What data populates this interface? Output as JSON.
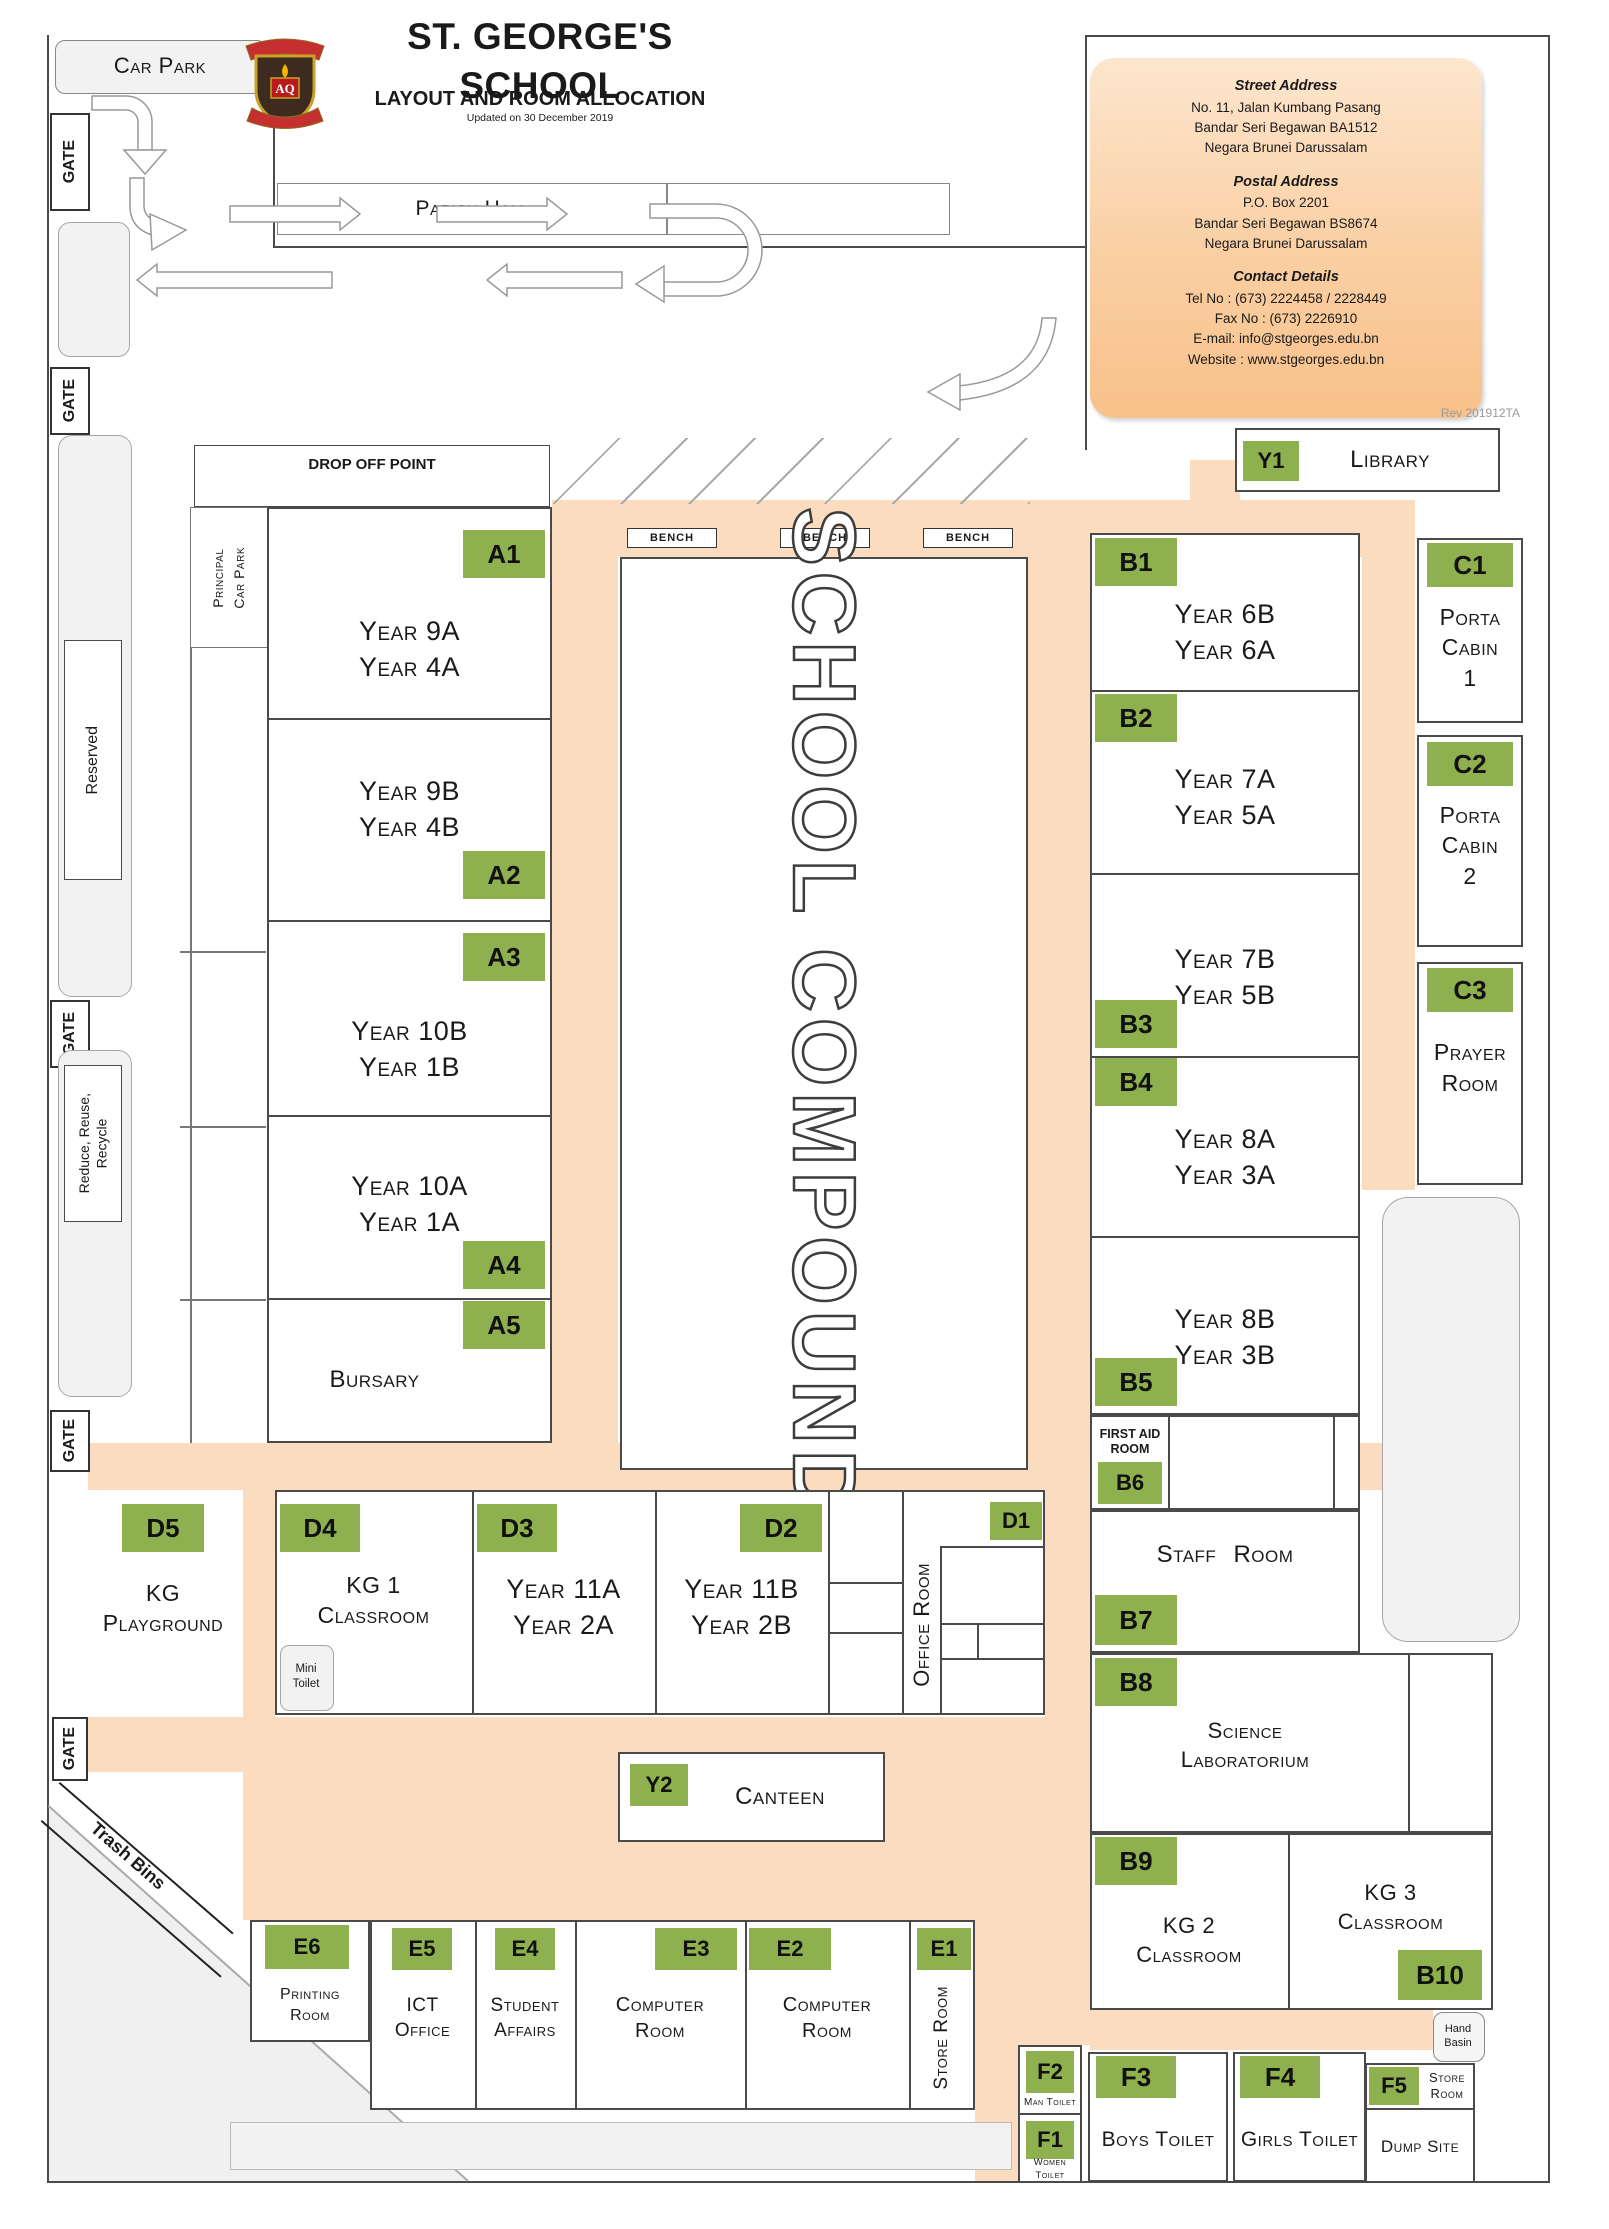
{
  "colors": {
    "accent_green": "#8EB04E",
    "walkway_peach": "#FBDCBF"
  },
  "header": {
    "car_park": "Car Park",
    "gate": "GATE",
    "title": "ST. GEORGE'S SCHOOL",
    "subtitle": "LAYOUT AND ROOM ALLOCATION",
    "updated": "Updated on 30 December 2019",
    "parish_hall": "Parish Hall",
    "rev": "Rev 201912TA",
    "crest_initials": "AQ"
  },
  "address": {
    "street_title": "Street Address",
    "street1": "No. 11, Jalan Kumbang Pasang",
    "street2": "Bandar Seri Begawan BA1512",
    "street3": "Negara Brunei Darussalam",
    "postal_title": "Postal Address",
    "postal1": "P.O. Box 2201",
    "postal2": "Bandar Seri Begawan BS8674",
    "postal3": "Negara Brunei Darussalam",
    "contact_title": "Contact Details",
    "tel": "Tel No :  (673) 2224458 / 2228449",
    "fax": "Fax No :  (673) 2226910",
    "email": "E-mail:  info@stgeorges.edu.bn",
    "website": "Website :  www.stgeorges.edu.bn"
  },
  "left": {
    "reserved": "Reserved",
    "recycle1": "Reduce, Reuse,",
    "recycle2": "Recycle",
    "principal1": "Principal",
    "principal2": "Car Park",
    "drop_off": "DROP OFF POINT",
    "trash_bins": "Trash Bins"
  },
  "compound": {
    "name": "SCHOOL COMPOUND",
    "bench": "BENCH"
  },
  "rooms": {
    "y1": {
      "code": "Y1",
      "name": "Library"
    },
    "y2": {
      "code": "Y2",
      "name": "Canteen"
    },
    "a1": {
      "code": "A1",
      "line1": "Year 9A",
      "line2": "Year 4A"
    },
    "a2": {
      "code": "A2",
      "line1": "Year 9B",
      "line2": "Year 4B"
    },
    "a3": {
      "code": "A3",
      "line1": "Year 10B",
      "line2": "Year 1B"
    },
    "a4": {
      "code": "A4",
      "line1": "Year 10A",
      "line2": "Year 1A"
    },
    "a5": {
      "code": "A5",
      "name": "Bursary"
    },
    "b1": {
      "code": "B1",
      "line1": "Year 6B",
      "line2": "Year 6A"
    },
    "b2": {
      "code": "B2",
      "line1": "Year 7A",
      "line2": "Year 5A"
    },
    "b3": {
      "code": "B3",
      "line1": "Year 7B",
      "line2": "Year 5B"
    },
    "b4": {
      "code": "B4",
      "line1": "Year 8A",
      "line2": "Year 3A"
    },
    "b5": {
      "code": "B5",
      "line1": "Year 8B",
      "line2": "Year 3B"
    },
    "b6": {
      "code": "B6",
      "line1": "FIRST AID",
      "line2": "ROOM"
    },
    "b7": {
      "code": "B7",
      "name": "Staff Room"
    },
    "b8": {
      "code": "B8",
      "line1": "Science",
      "line2": "Laboratorium"
    },
    "b9": {
      "code": "B9",
      "line1": "KG 2",
      "line2": "Classroom"
    },
    "b10": {
      "code": "B10",
      "line1": "KG 3",
      "line2": "Classroom"
    },
    "c1": {
      "code": "C1",
      "line1": "Porta",
      "line2": "Cabin",
      "line3": "1"
    },
    "c2": {
      "code": "C2",
      "line1": "Porta",
      "line2": "Cabin",
      "line3": "2"
    },
    "c3": {
      "code": "C3",
      "line1": "Prayer",
      "line2": "Room"
    },
    "d1": {
      "code": "D1",
      "name": "Office Room"
    },
    "d2": {
      "code": "D2",
      "line1": "Year 11B",
      "line2": "Year 2B"
    },
    "d3": {
      "code": "D3",
      "line1": "Year 11A",
      "line2": "Year 2A"
    },
    "d4": {
      "code": "D4",
      "line1": "KG 1",
      "line2": "Classroom"
    },
    "d5": {
      "code": "D5",
      "line1": "KG",
      "line2": "Playground"
    },
    "mini_toilet": {
      "line1": "Mini",
      "line2": "Toilet"
    },
    "e1": {
      "code": "E1",
      "name": "Store Room"
    },
    "e2": {
      "code": "E2",
      "line1": "Computer",
      "line2": "Room"
    },
    "e3": {
      "code": "E3",
      "line1": "Computer",
      "line2": "Room"
    },
    "e4": {
      "code": "E4",
      "line1": "Student",
      "line2": "Affairs"
    },
    "e5": {
      "code": "E5",
      "line1": "ICT",
      "line2": "Office"
    },
    "e6": {
      "code": "E6",
      "line1": "Printing",
      "line2": "Room"
    },
    "f1": {
      "code": "F1",
      "name": "Women Toilet"
    },
    "f2": {
      "code": "F2",
      "name": "Man Toilet"
    },
    "f3": {
      "code": "F3",
      "name": "Boys Toilet"
    },
    "f4": {
      "code": "F4",
      "name": "Girls Toilet"
    },
    "f5": {
      "code": "F5",
      "line1": "Store",
      "line2": "Room"
    },
    "dump": {
      "name": "Dump Site"
    },
    "hand_basin": {
      "line1": "Hand",
      "line2": "Basin"
    }
  }
}
